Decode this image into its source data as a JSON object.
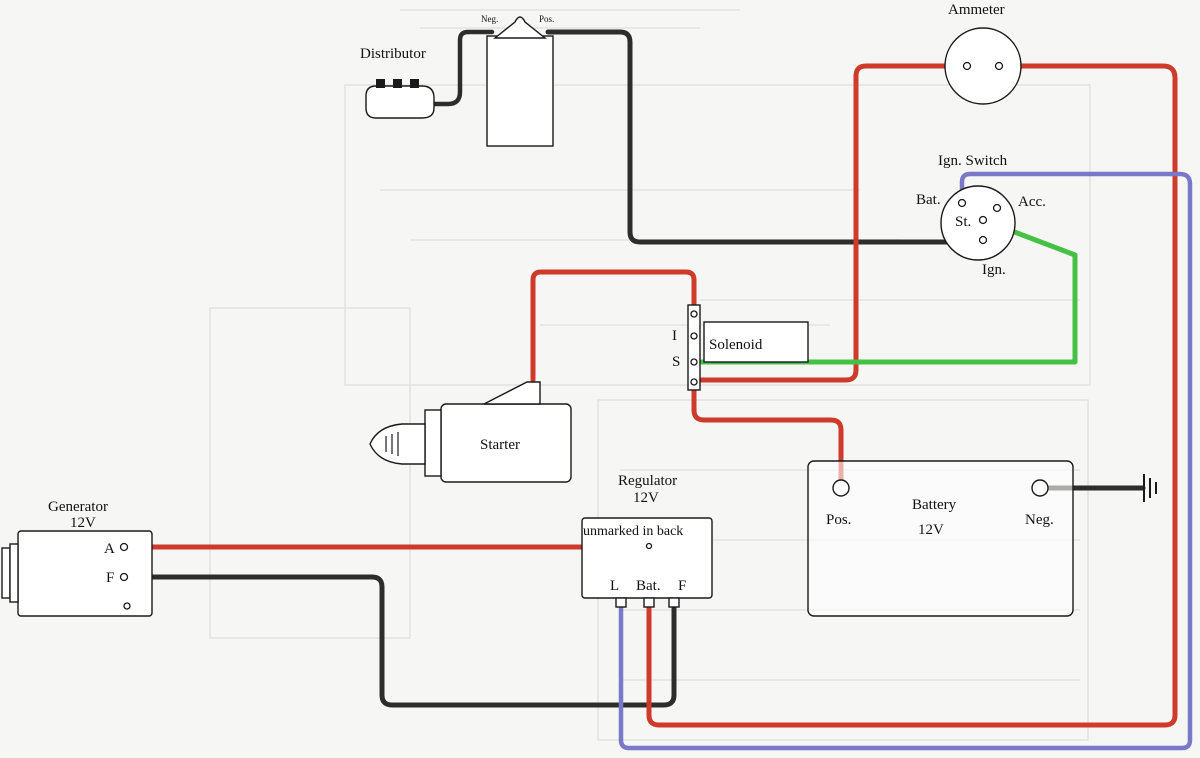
{
  "components": {
    "distributor": {
      "label": "Distributor"
    },
    "coil": {
      "neg_label": "Neg.",
      "pos_label": "Pos."
    },
    "ammeter": {
      "label": "Ammeter"
    },
    "ignition_switch": {
      "label": "Ign. Switch",
      "bat_label": "Bat.",
      "acc_label": "Acc.",
      "st_label": "St.",
      "ign_label": "Ign."
    },
    "solenoid": {
      "label": "Solenoid",
      "i_label": "I",
      "s_label": "S"
    },
    "starter": {
      "label": "Starter"
    },
    "generator": {
      "title_line1": "Generator",
      "title_line2": "12V",
      "a_label": "A",
      "f_label": "F"
    },
    "regulator": {
      "title_line1": "Regulator",
      "title_line2": "12V",
      "note": "unmarked in back",
      "l_label": "L",
      "bat_label": "Bat.",
      "f_label": "F"
    },
    "battery": {
      "label_line1": "Battery",
      "label_line2": "12V",
      "pos_label": "Pos.",
      "neg_label": "Neg."
    }
  },
  "wire_colors": {
    "red": "#cf3b2b",
    "black": "#2d2d2b",
    "green": "#45c245",
    "purple": "#7a78c8"
  }
}
